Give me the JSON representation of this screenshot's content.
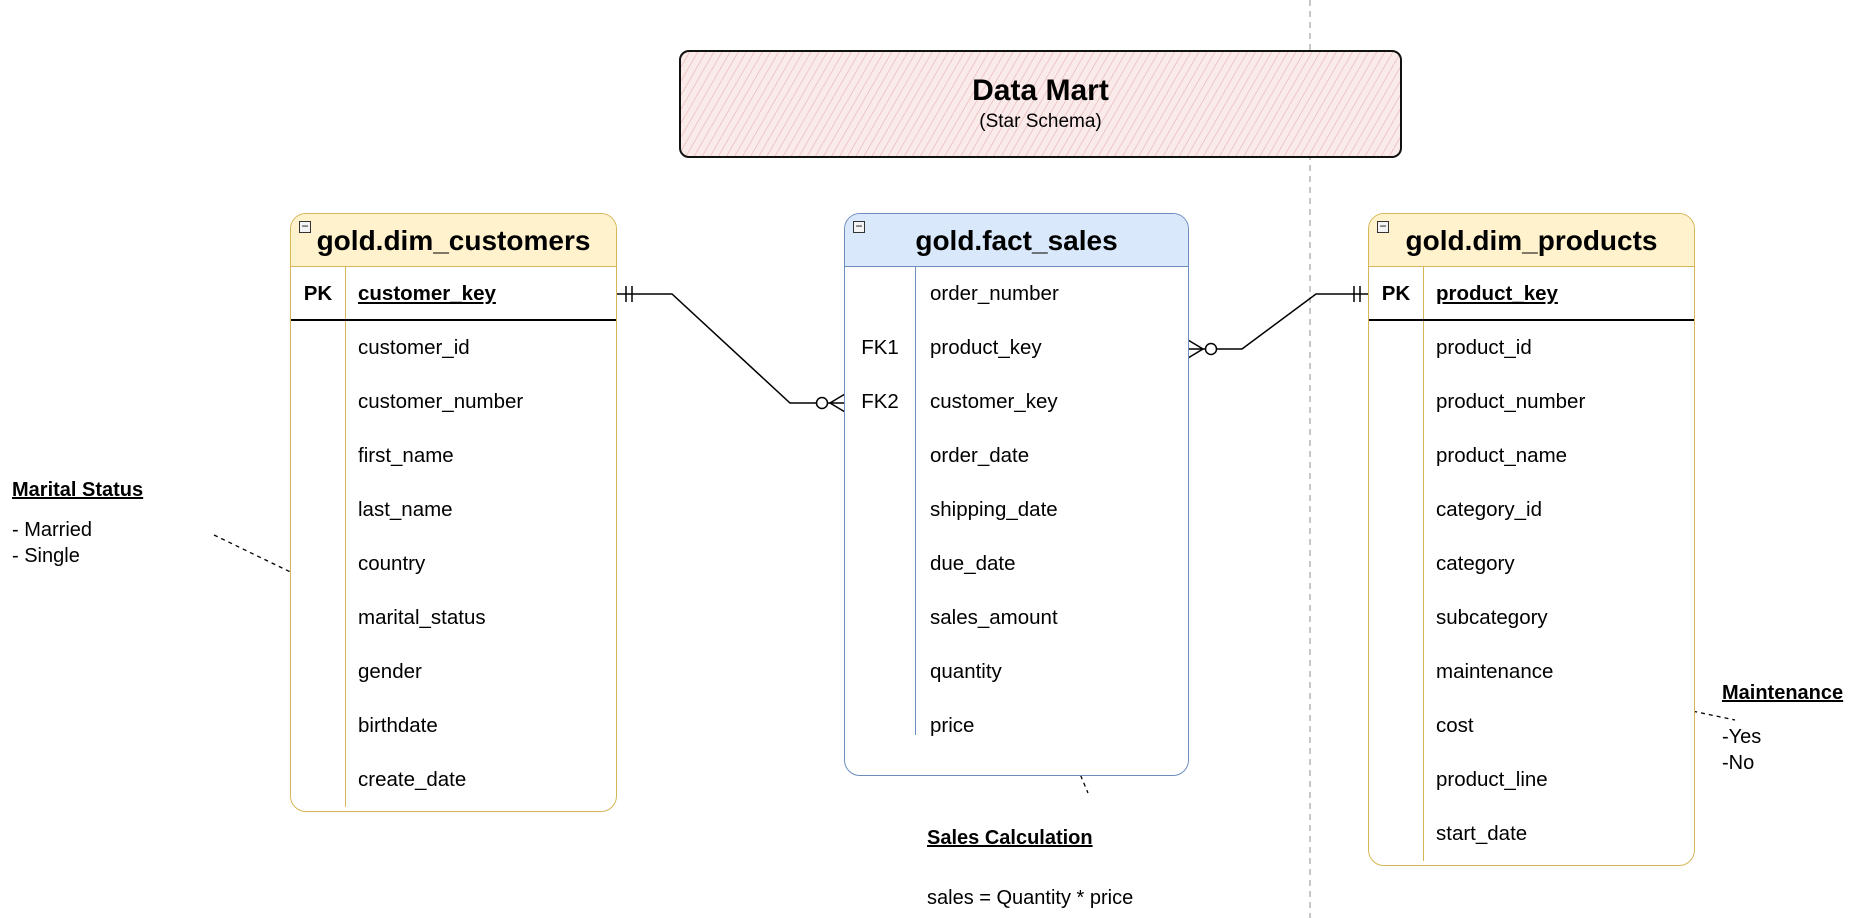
{
  "title": {
    "main": "Data Mart",
    "sub": "(Star Schema)"
  },
  "tables": {
    "customers": {
      "name": "gold.dim_customers",
      "pk": {
        "key": "PK",
        "name": "customer_key"
      },
      "rows": [
        {
          "key": "",
          "name": "customer_id"
        },
        {
          "key": "",
          "name": "customer_number"
        },
        {
          "key": "",
          "name": "first_name"
        },
        {
          "key": "",
          "name": "last_name"
        },
        {
          "key": "",
          "name": "country"
        },
        {
          "key": "",
          "name": "marital_status"
        },
        {
          "key": "",
          "name": "gender"
        },
        {
          "key": "",
          "name": "birthdate"
        },
        {
          "key": "",
          "name": "create_date"
        }
      ]
    },
    "sales": {
      "name": "gold.fact_sales",
      "rows": [
        {
          "key": "",
          "name": "order_number"
        },
        {
          "key": "FK1",
          "name": "product_key"
        },
        {
          "key": "FK2",
          "name": "customer_key"
        },
        {
          "key": "",
          "name": "order_date"
        },
        {
          "key": "",
          "name": "shipping_date"
        },
        {
          "key": "",
          "name": "due_date"
        },
        {
          "key": "",
          "name": "sales_amount"
        },
        {
          "key": "",
          "name": "quantity"
        },
        {
          "key": "",
          "name": "price"
        }
      ]
    },
    "products": {
      "name": "gold.dim_products",
      "pk": {
        "key": "PK",
        "name": "product_key"
      },
      "rows": [
        {
          "key": "",
          "name": "product_id"
        },
        {
          "key": "",
          "name": "product_number"
        },
        {
          "key": "",
          "name": "product_name"
        },
        {
          "key": "",
          "name": "category_id"
        },
        {
          "key": "",
          "name": "category"
        },
        {
          "key": "",
          "name": "subcategory"
        },
        {
          "key": "",
          "name": "maintenance"
        },
        {
          "key": "",
          "name": "cost"
        },
        {
          "key": "",
          "name": "product_line"
        },
        {
          "key": "",
          "name": "start_date"
        }
      ]
    }
  },
  "notes": {
    "marital": {
      "title": "Marital Status",
      "lines": [
        "- Married",
        "- Single"
      ]
    },
    "sales": {
      "title": "Sales Calculation",
      "lines": [
        "sales = Quantity * price"
      ]
    },
    "maintenance": {
      "title": "Maintenance",
      "lines": [
        "-Yes",
        "-No"
      ]
    }
  },
  "colors": {
    "dim_fill": "#fff2cc",
    "dim_border": "#d6b656",
    "fact_fill": "#dae8fc",
    "fact_border": "#6c8ebf",
    "title_fill": "#fbeaea"
  }
}
